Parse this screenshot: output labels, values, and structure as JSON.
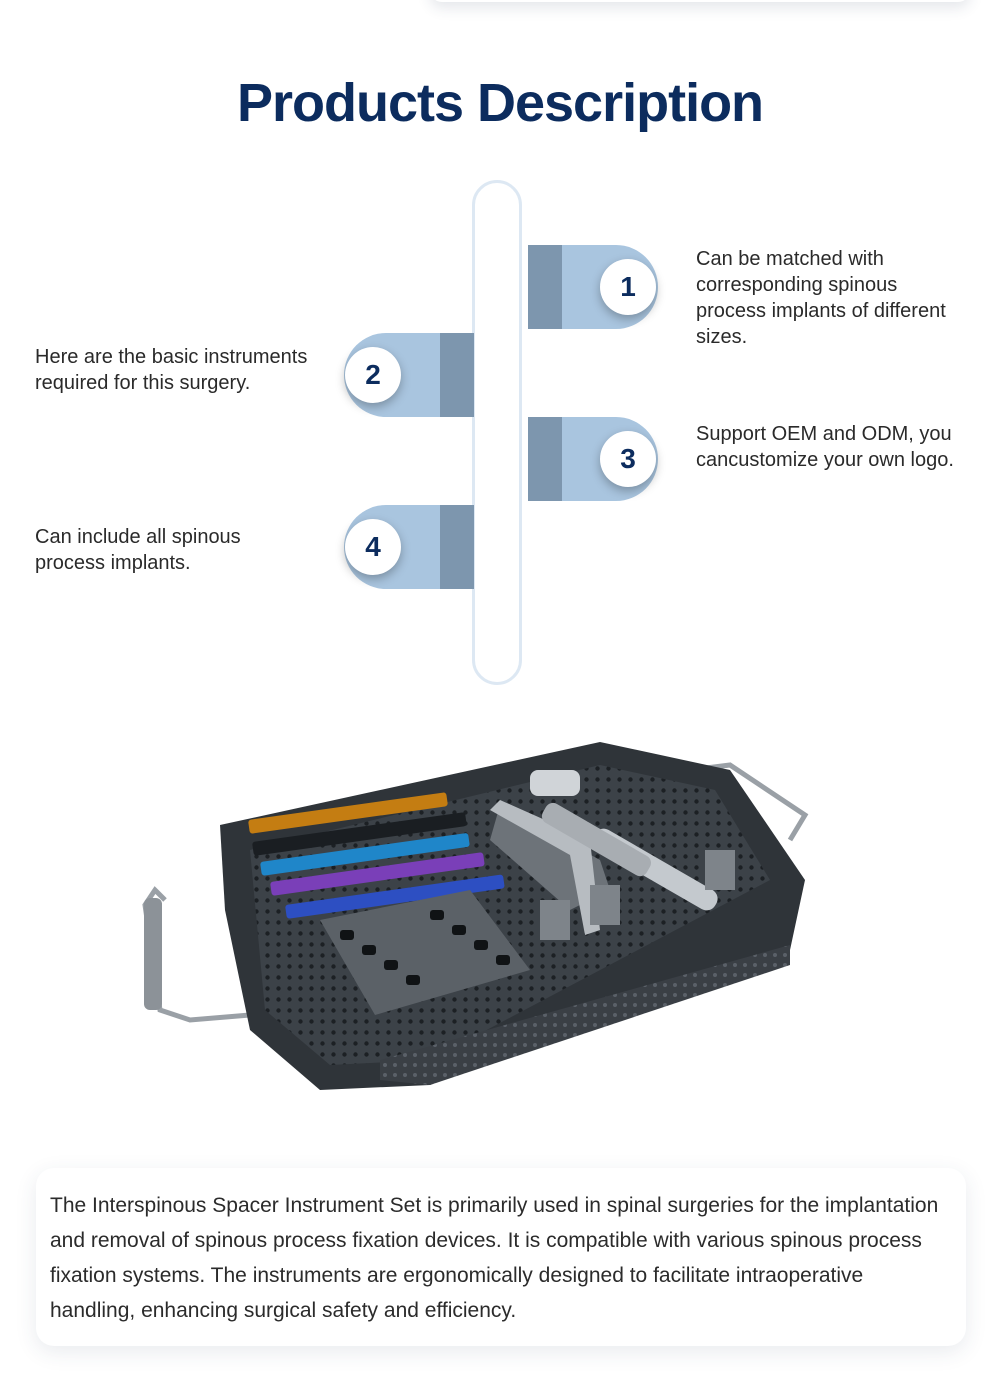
{
  "section": {
    "title": "Products Description"
  },
  "features": [
    {
      "number": "1",
      "text": "Can be matched with corresponding spinous process implants of different sizes."
    },
    {
      "number": "2",
      "text": "Here are the basic instruments required for this surgery."
    },
    {
      "number": "3",
      "text": "Support OEM and ODM, you cancustomize your own logo."
    },
    {
      "number": "4",
      "text": "Can include all spinous process implants."
    }
  ],
  "colors": {
    "title": "#0c2c5e",
    "tab_dark": "#7d96ae",
    "tab_light": "#a9c5df",
    "pill_border": "#dde8f3"
  },
  "product_image": {
    "icon": "instrument-tray-image"
  },
  "description": {
    "text": "The Interspinous Spacer Instrument Set is primarily used in spinal surgeries for the implantation and removal of spinous process fixation devices. It is compatible with various spinous process fixation systems. The instruments are ergonomically designed to facilitate intraoperative handling, enhancing surgical safety and efficiency."
  }
}
